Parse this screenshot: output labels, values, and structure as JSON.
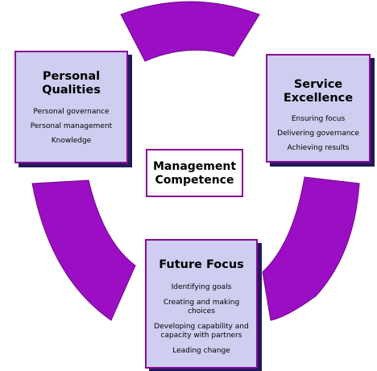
{
  "colors": {
    "ring_fill": "#9b0ec4",
    "ring_stroke": "#6e0a8a",
    "box_fill": "#cfcdf0",
    "box_border": "#8a0a9a",
    "box_shadow": "#22195a"
  },
  "center": {
    "line1": "Management",
    "line2": "Competence"
  },
  "personal": {
    "title_line1": "Personal",
    "title_line2": "Qualities",
    "items": [
      "Personal governance",
      "Personal management",
      "Knowledge"
    ]
  },
  "service": {
    "title_line1": "Service",
    "title_line2": "Excellence",
    "items": [
      "Ensuring focus",
      "Delivering governance",
      "Achieving results"
    ]
  },
  "future": {
    "title": "Future Focus",
    "items": [
      "Identifying goals",
      "Creating and making choices",
      "Developing capability and capacity with partners",
      "Leading change"
    ]
  }
}
